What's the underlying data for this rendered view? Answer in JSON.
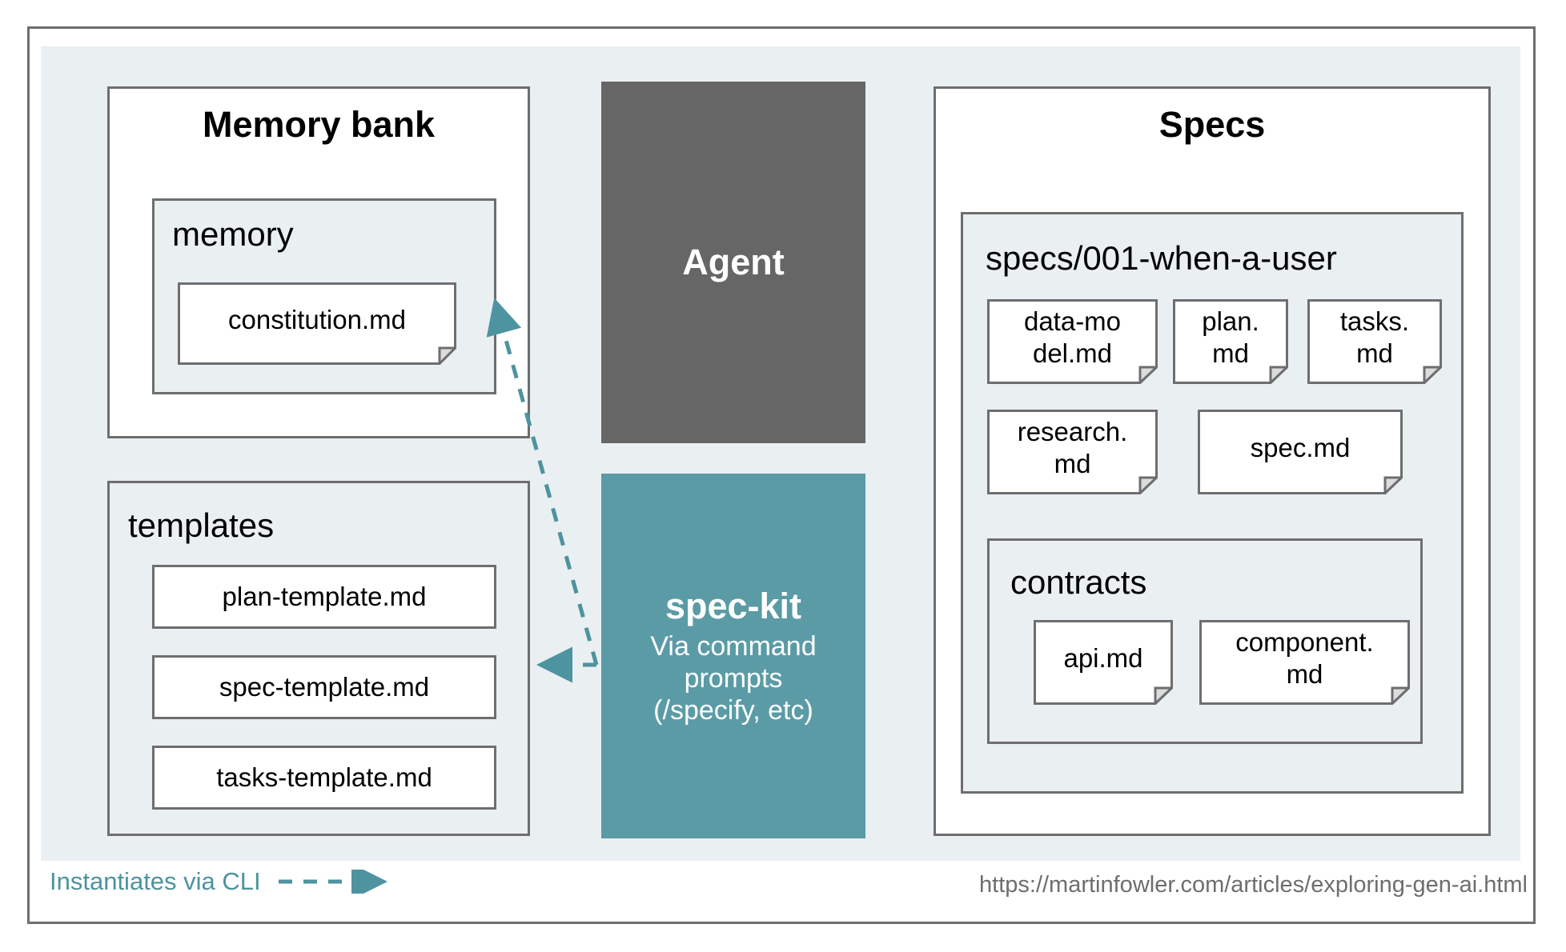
{
  "diagram": {
    "memory_bank": {
      "title": "Memory bank",
      "memory_group": {
        "title": "memory",
        "files": [
          "constitution.md"
        ]
      },
      "templates_group": {
        "title": "templates",
        "files": [
          "plan-template.md",
          "spec-template.md",
          "tasks-template.md"
        ]
      }
    },
    "agent": {
      "title": "Agent"
    },
    "spec_kit": {
      "title": "spec-kit",
      "subtitle_lines": [
        "Via command",
        "prompts",
        "(/specify, etc)"
      ]
    },
    "specs": {
      "title": "Specs",
      "feature_group": {
        "title": "specs/001-when-a-user",
        "files_row1": [
          "data-mo\ndel.md",
          "plan.\nmd",
          "tasks.\nmd"
        ],
        "files_row2": [
          "research.\nmd",
          "spec.md"
        ],
        "contracts": {
          "title": "contracts",
          "files": [
            "api.md",
            "component.\nmd"
          ]
        }
      }
    }
  },
  "legend": {
    "label": "Instantiates via CLI",
    "arrow_icon": "dashed-arrow-right-icon"
  },
  "footer": {
    "source_url": "https://martinfowler.com/articles/exploring-gen-ai.html"
  },
  "colors": {
    "panel_bg": "#eaeff2",
    "border": "#6e6e6e",
    "agent_fill": "#666666",
    "spec_kit_fill": "#5a9ba6",
    "accent_teal": "#4d93a0",
    "text": "#000000"
  }
}
